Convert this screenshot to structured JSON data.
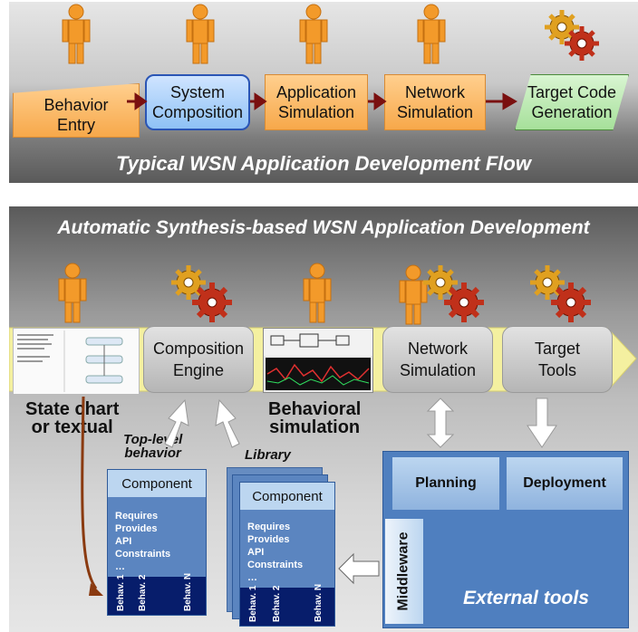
{
  "top": {
    "boxes": [
      "Behavior\nEntry",
      "System\nComposition",
      "Application\nSimulation",
      "Network\nSimulation",
      "Target Code\nGeneration"
    ],
    "title": "Typical WSN Application Development Flow"
  },
  "bottom": {
    "title": "Automatic Synthesis-based WSN Application Development",
    "engine": "Composition\nEngine",
    "netsim": "Network\nSimulation",
    "target": "Target\nTools",
    "state_chart": "State chart\nor textual",
    "behavioral": "Behavioral\nsimulation",
    "top_level": "Top-level\nbehavior",
    "library": "Library",
    "component": {
      "title": "Component",
      "items": [
        "Requires",
        "Provides",
        "API",
        "Constraints",
        "…"
      ],
      "behaviors": [
        "Behav. 1",
        "Behav. 2",
        "Behav. N"
      ]
    },
    "external": {
      "planning": "Planning",
      "deployment": "Deployment",
      "middleware": "Middleware",
      "label": "External tools"
    }
  },
  "colors": {
    "person": "#f39a2a",
    "gear": "#d23a1a",
    "blue": "#5b85c0",
    "navy": "#071d6b",
    "arrow_brown": "#8a3a10"
  },
  "icons": [
    "person-icon",
    "gear-icon"
  ]
}
